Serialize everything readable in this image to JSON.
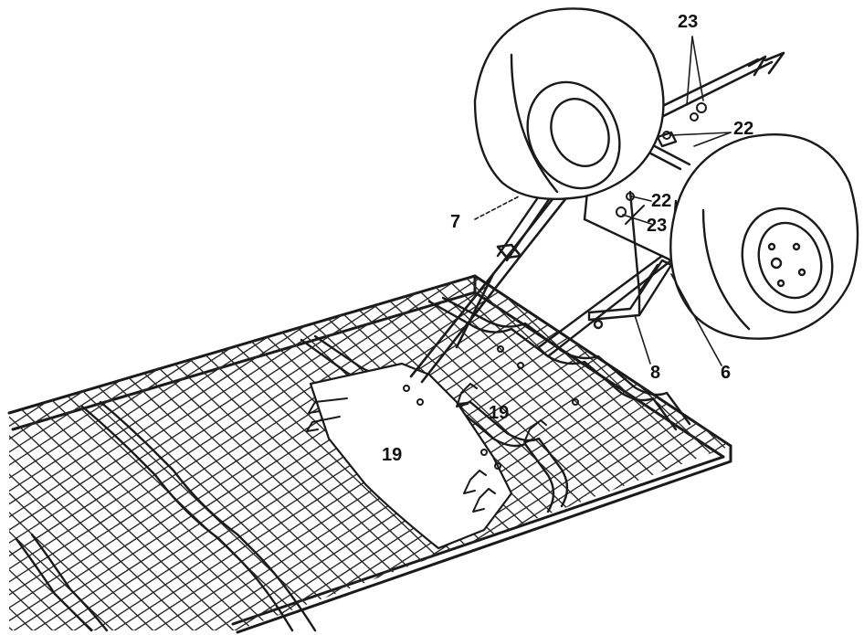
{
  "callouts": {
    "c7": "7",
    "c6": "6",
    "c8": "8",
    "c19a": "19",
    "c19b": "19",
    "c22a": "22",
    "c22b": "22",
    "c23a": "23",
    "c23b": "23"
  },
  "colors": {
    "ink": "#1a1a1a",
    "paper": "#ffffff"
  }
}
